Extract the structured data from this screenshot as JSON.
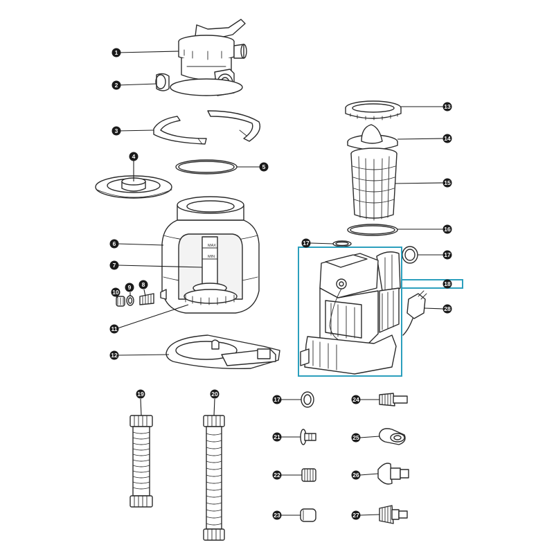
{
  "callouts": [
    {
      "id": "c1",
      "label": "1"
    },
    {
      "id": "c2",
      "label": "2"
    },
    {
      "id": "c3",
      "label": "3"
    },
    {
      "id": "c4",
      "label": "4"
    },
    {
      "id": "c5",
      "label": "5"
    },
    {
      "id": "c6",
      "label": "6"
    },
    {
      "id": "c7",
      "label": "7"
    },
    {
      "id": "c8",
      "label": "8"
    },
    {
      "id": "c9",
      "label": "9"
    },
    {
      "id": "c10",
      "label": "10"
    },
    {
      "id": "c11",
      "label": "11"
    },
    {
      "id": "c12",
      "label": "12"
    },
    {
      "id": "c13",
      "label": "13"
    },
    {
      "id": "c14",
      "label": "14"
    },
    {
      "id": "c15",
      "label": "15"
    },
    {
      "id": "c16",
      "label": "16"
    },
    {
      "id": "c17a",
      "label": "17"
    },
    {
      "id": "c17b",
      "label": "17"
    },
    {
      "id": "c18",
      "label": "18"
    },
    {
      "id": "c28",
      "label": "28"
    },
    {
      "id": "c19",
      "label": "19"
    },
    {
      "id": "c20",
      "label": "20"
    },
    {
      "id": "c17c",
      "label": "17"
    },
    {
      "id": "c21",
      "label": "21"
    },
    {
      "id": "c22",
      "label": "22"
    },
    {
      "id": "c23",
      "label": "23"
    },
    {
      "id": "c24",
      "label": "24"
    },
    {
      "id": "c25",
      "label": "25"
    },
    {
      "id": "c26",
      "label": "26"
    },
    {
      "id": "c27",
      "label": "27"
    }
  ],
  "tank_markings": {
    "max": "MAX",
    "min": "MIN"
  },
  "colors": {
    "highlight": "#2b9fbd",
    "badge": "#1a1a1a",
    "line": "#2a2a2a"
  }
}
